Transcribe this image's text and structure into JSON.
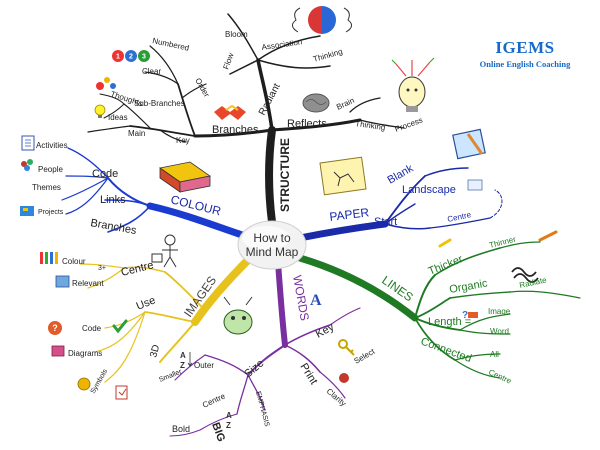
{
  "branding": {
    "name": "IGEMS",
    "tagline": "Online English Coaching"
  },
  "center": {
    "line1": "How to",
    "line2": "Mind Map"
  },
  "main_branches": {
    "structure": "STRUCTURE",
    "paper": "PAPER",
    "lines": "LINES",
    "words": "WORDS",
    "images": "IMAGES",
    "colour": "COLOUR"
  },
  "structure": {
    "radiant": "Radiant",
    "reflects": "Reflects",
    "branches": "Branches",
    "bloom": "Bloom",
    "flow": "Flow",
    "association": "Association",
    "thinking": "Thinking",
    "brain": "Brain",
    "thinking2": "Thinking",
    "process": "Process",
    "numbered": "Numbered",
    "clear": "Clear",
    "order": "Order",
    "thoughts": "Thoughts",
    "sub_branches": "Sub-Branches",
    "ideas": "Ideas",
    "main": "Main",
    "key": "Key"
  },
  "paper": {
    "blank": "Blank",
    "landscape": "Landscape",
    "start": "Start",
    "centre": "Centre"
  },
  "lines": {
    "thicker": "Thicker",
    "thinner": "Thinner",
    "organic": "Organic",
    "radiate": "Radiate",
    "length": "Length =",
    "image": "Image",
    "word": "Word",
    "connected": "Connected",
    "all": "All",
    "centre": "Centre"
  },
  "words": {
    "key": "Key",
    "select": "Select",
    "print": "Print",
    "clarity": "Clarity",
    "size": "Size",
    "outer": "Outer",
    "smaller": "Smaller",
    "emphasis": "EMPHASIS",
    "centre": "Centre",
    "big": "BIG",
    "bold": "Bold"
  },
  "images": {
    "centre": "Centre",
    "colour": "Colour",
    "num34": "3+",
    "relevant": "Relevant",
    "use": "Use",
    "code": "Code",
    "diagrams": "Diagrams",
    "symbols": "Symbols",
    "three_d": "3D"
  },
  "colour": {
    "code": "Code",
    "activities": "Activities",
    "people": "People",
    "themes": "Themes",
    "projects": "Projects",
    "links": "Links",
    "branches": "Branches"
  },
  "colors": {
    "structure": "#1e1e1e",
    "paper": "#1a2aa8",
    "lines": "#1f7a23",
    "words": "#7a2fa0",
    "images": "#e8c21c",
    "colour": "#1a3ad0",
    "brand": "#1769c9"
  }
}
